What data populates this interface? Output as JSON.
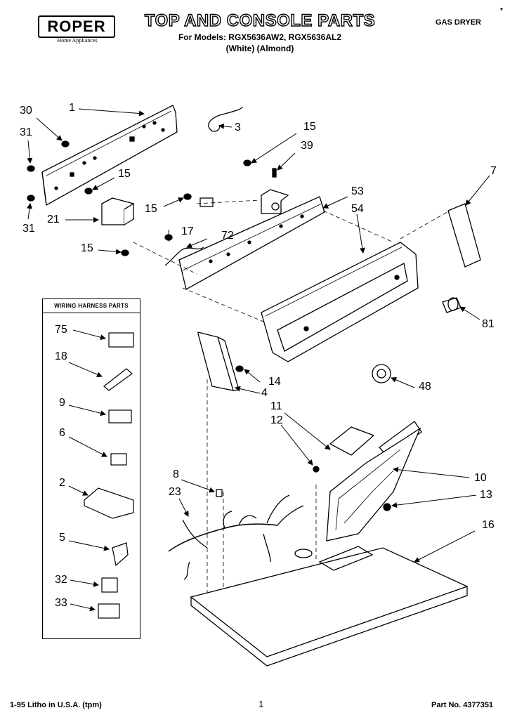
{
  "header": {
    "brand": "ROPER",
    "brand_sub": "Home Appliances",
    "title": "TOP AND CONSOLE PARTS",
    "models_line": "For Models: RGX5636AW2, RGX5636AL2",
    "colors_line": "(White)    (Almond)",
    "dryer_type": "GAS DRYER",
    "asterisk": "*"
  },
  "callouts": [
    {
      "id": "c30",
      "label": "30"
    },
    {
      "id": "c1",
      "label": "1"
    },
    {
      "id": "c3",
      "label": "3"
    },
    {
      "id": "c31a",
      "label": "31"
    },
    {
      "id": "c15a",
      "label": "15"
    },
    {
      "id": "c31b",
      "label": "31"
    },
    {
      "id": "c21",
      "label": "21"
    },
    {
      "id": "c15b",
      "label": "15"
    },
    {
      "id": "c17",
      "label": "17"
    },
    {
      "id": "c72",
      "label": "72"
    },
    {
      "id": "c15c",
      "label": "15"
    },
    {
      "id": "c15d",
      "label": "15"
    },
    {
      "id": "c39",
      "label": "39"
    },
    {
      "id": "c53",
      "label": "53"
    },
    {
      "id": "c54",
      "label": "54"
    },
    {
      "id": "c7",
      "label": "7"
    },
    {
      "id": "c81",
      "label": "81"
    },
    {
      "id": "c14",
      "label": "14"
    },
    {
      "id": "c4",
      "label": "4"
    },
    {
      "id": "c48",
      "label": "48"
    },
    {
      "id": "c11",
      "label": "11"
    },
    {
      "id": "c12",
      "label": "12"
    },
    {
      "id": "c10",
      "label": "10"
    },
    {
      "id": "c13",
      "label": "13"
    },
    {
      "id": "c8",
      "label": "8"
    },
    {
      "id": "c23",
      "label": "23"
    },
    {
      "id": "c16",
      "label": "16"
    }
  ],
  "wiring_harness": {
    "title": "WIRING HARNESS PARTS",
    "items": [
      {
        "label": "75"
      },
      {
        "label": "18"
      },
      {
        "label": "9"
      },
      {
        "label": "6"
      },
      {
        "label": "2"
      },
      {
        "label": "5"
      },
      {
        "label": "32"
      },
      {
        "label": "33"
      }
    ]
  },
  "footer": {
    "left": "1-95 Litho in U.S.A. (tpm)",
    "page": "1",
    "part_no": "Part No. 4377351"
  }
}
